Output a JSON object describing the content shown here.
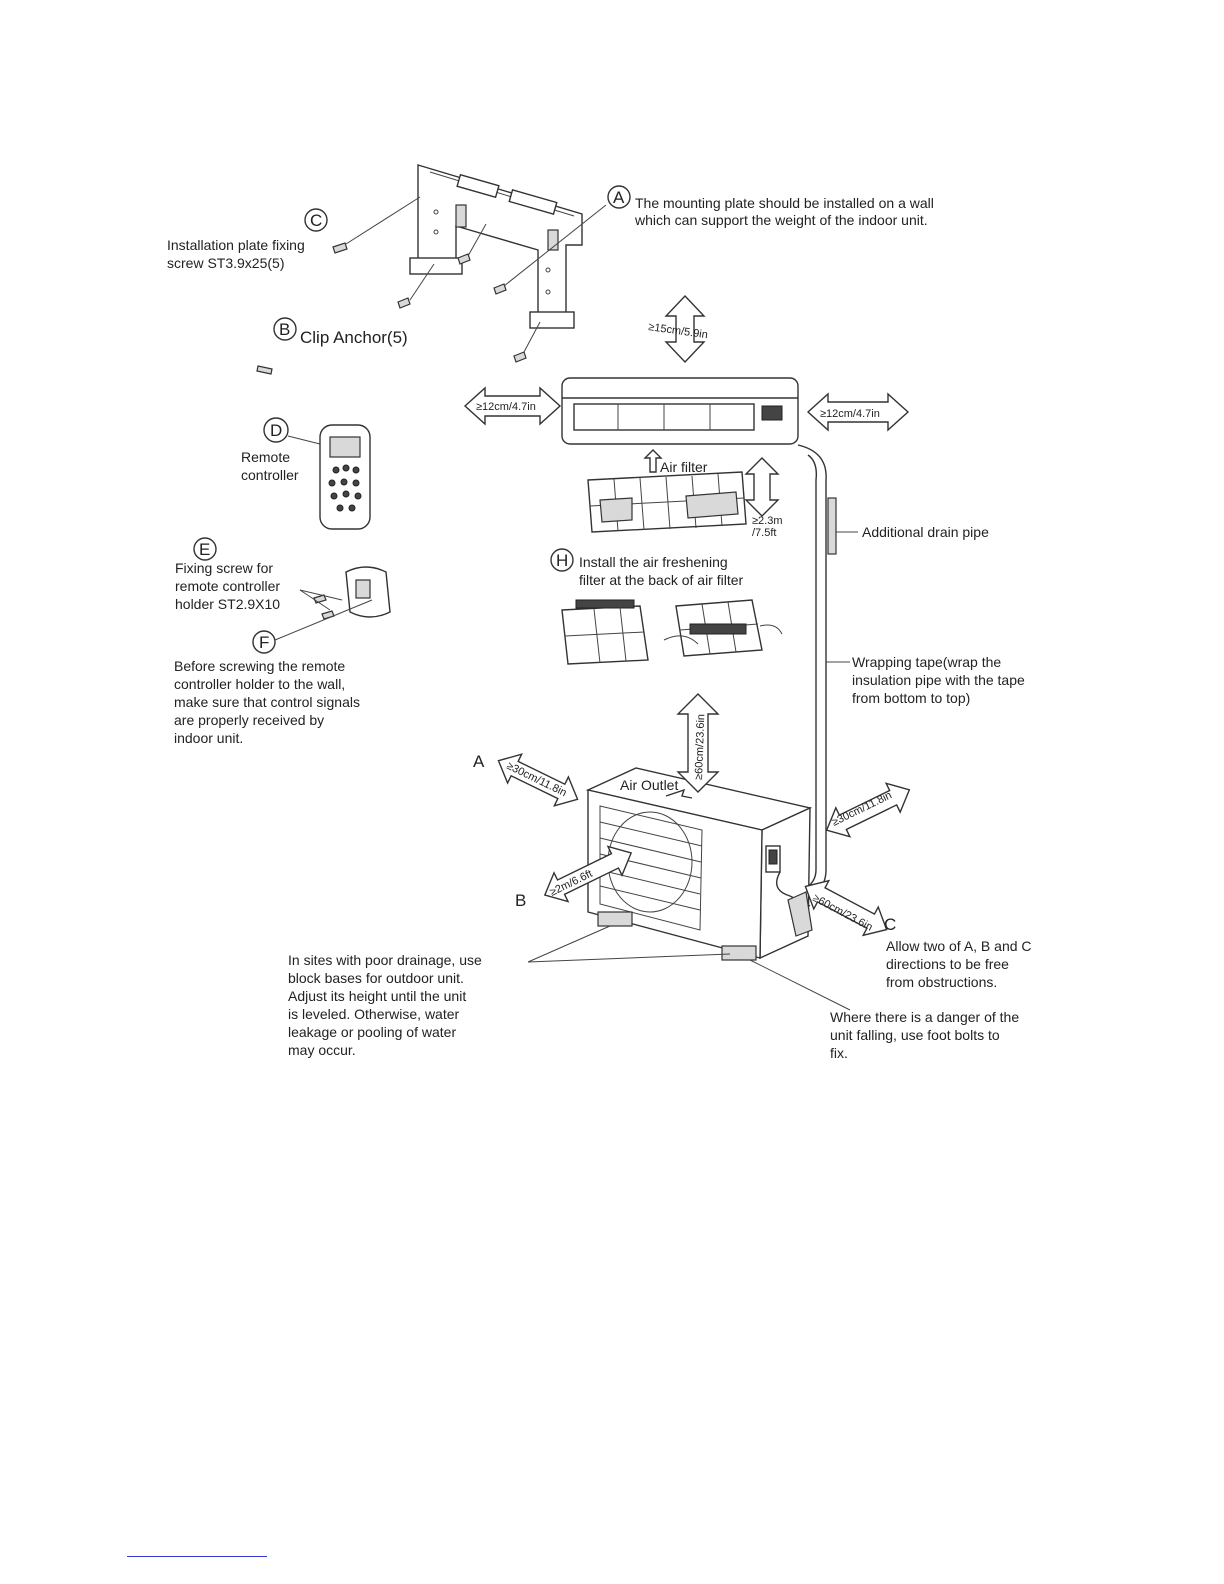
{
  "labels": {
    "letter_a": "A",
    "letter_b": "B",
    "letter_c": "C",
    "letter_d": "D",
    "letter_e": "E",
    "letter_f": "F",
    "letter_h": "H",
    "mounting_plate_line1": "The mounting plate should be installed on a wall",
    "mounting_plate_line2": "which can support the weight of the indoor unit.",
    "install_plate_screw_line1": "Installation plate fixing",
    "install_plate_screw_line2": "screw ST3.9x25(5)",
    "clip_anchor": "Clip Anchor(5)",
    "remote_line1": "Remote",
    "remote_line2": "controller",
    "fixing_screw_line1": "Fixing screw for",
    "fixing_screw_line2": "remote controller",
    "fixing_screw_line3": "holder ST2.9X10",
    "before_line1": "Before screwing the remote",
    "before_line2": "controller holder to the wall,",
    "before_line3": "make sure that control signals",
    "before_line4": "are properly received by",
    "before_line5": "indoor unit.",
    "air_filter": "Air filter",
    "freshening_line1": "Install the air freshening",
    "freshening_line2": "filter at the back of air filter",
    "additional_drain": "Additional drain pipe",
    "wrapping_line1": "Wrapping tape(wrap the",
    "wrapping_line2": "insulation pipe with the tape",
    "wrapping_line3": "from bottom to top)",
    "air_outlet": "Air Outlet",
    "site_A": "A",
    "site_B": "B",
    "site_C": "C",
    "drainage_line1": "In sites with poor drainage, use",
    "drainage_line2": "block bases for outdoor unit.",
    "drainage_line3": "Adjust its height until the unit",
    "drainage_line4": "is leveled. Otherwise, water",
    "drainage_line5": "leakage or pooling of water",
    "drainage_line6": "may occur.",
    "allow_line1": "Allow two of A, B and C",
    "allow_line2": "directions to be free",
    "allow_line3": "from obstructions.",
    "danger_line1": "Where there is a danger of the",
    "danger_line2": "unit falling, use foot bolts to",
    "danger_line3": "fix."
  },
  "dimensions": {
    "top": "≥15cm/5.9in",
    "left": "≥12cm/4.7in",
    "right": "≥12cm/4.7in",
    "height_line1": "≥2.3m",
    "height_line2": "/7.5ft",
    "outdoor_top": "≥60cm/23.6in",
    "outdoor_left": "≥30cm/11.8in",
    "outdoor_right": "≥30cm/11.8in",
    "outdoor_front": "≥2m/6.6ft",
    "outdoor_back": "≥60cm/23.6in"
  }
}
